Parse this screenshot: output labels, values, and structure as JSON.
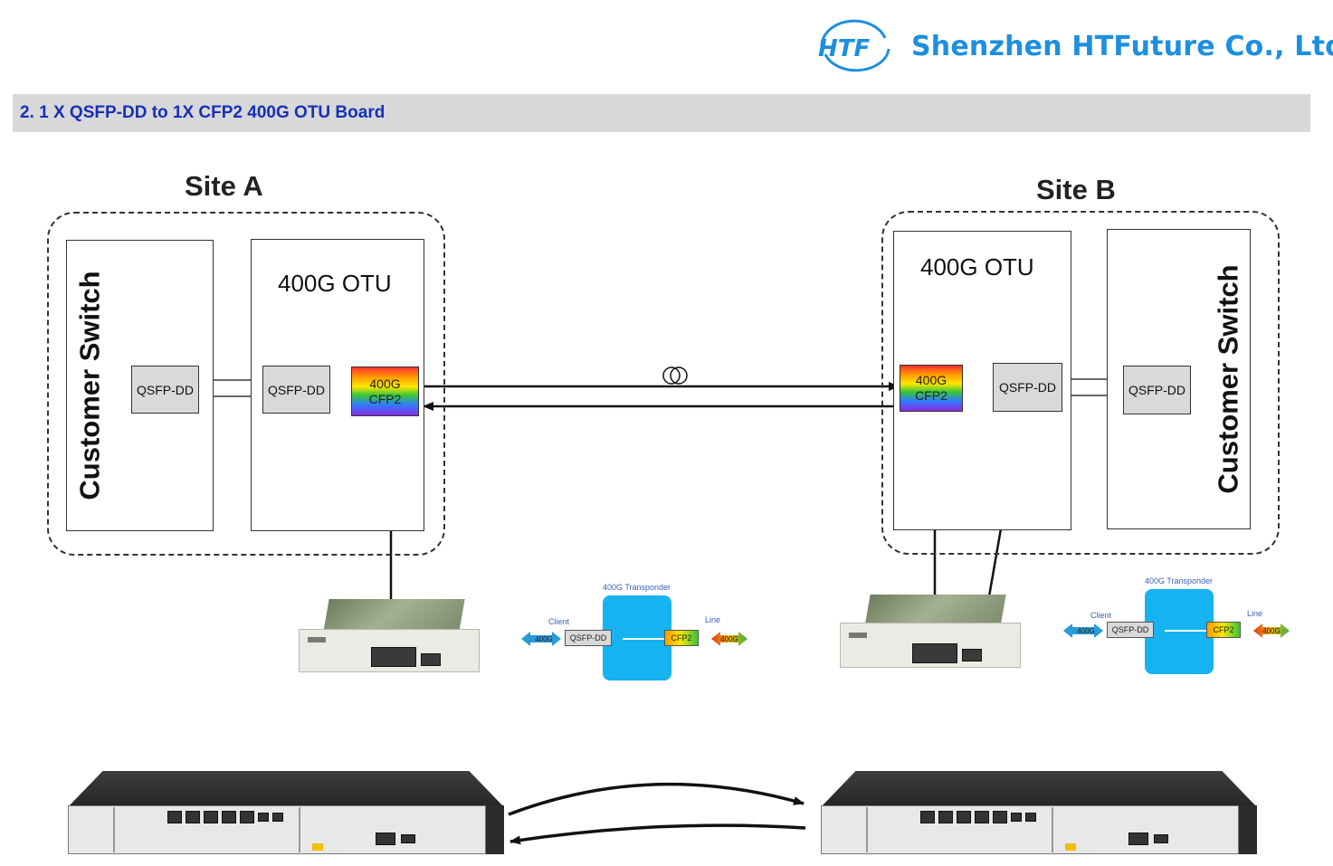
{
  "header": {
    "logo_text": "HTF",
    "company": "Shenzhen HTFuture Co., Ltd."
  },
  "section": {
    "title": "2.  1 X QSFP-DD to 1X CFP2 400G OTU Board"
  },
  "site_a": {
    "label": "Site A",
    "customer_switch": "Customer Switch",
    "switch_port": "QSFP-DD",
    "otu_title": "400G OTU",
    "otu_client_port": "QSFP-DD",
    "otu_line_port_line1": "400G",
    "otu_line_port_line2": "CFP2"
  },
  "site_b": {
    "label": "Site B",
    "customer_switch": "Customer Switch",
    "switch_port": "QSFP-DD",
    "otu_title": "400G OTU",
    "otu_client_port": "QSFP-DD",
    "otu_line_port_line1": "400G",
    "otu_line_port_line2": "CFP2"
  },
  "transponder": {
    "title": "400G Transponder",
    "client": "Client",
    "line": "Line",
    "client_port": "QSFP-DD",
    "line_port": "CFP2",
    "rate_left": "400G",
    "rate_right": "400G"
  },
  "colors": {
    "accent_blue": "#1d8fe0",
    "section_title": "#1530b8",
    "transponder_body": "#16b3f0"
  }
}
